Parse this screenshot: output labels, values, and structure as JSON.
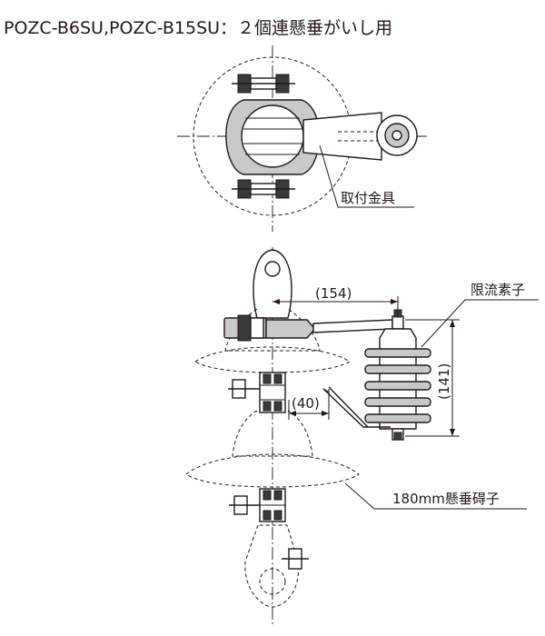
{
  "title": "POZC-B6SU,POZC-B15SU：２個連懸垂がいし用",
  "labels": {
    "mounting_bracket": "取付金具",
    "current_limiting_element": "限流素子",
    "insulator": "180mm懸垂碍子"
  },
  "dimensions": {
    "horizontal_offset": "(154)",
    "element_height": "(141)",
    "arm_gap": "(40)"
  }
}
